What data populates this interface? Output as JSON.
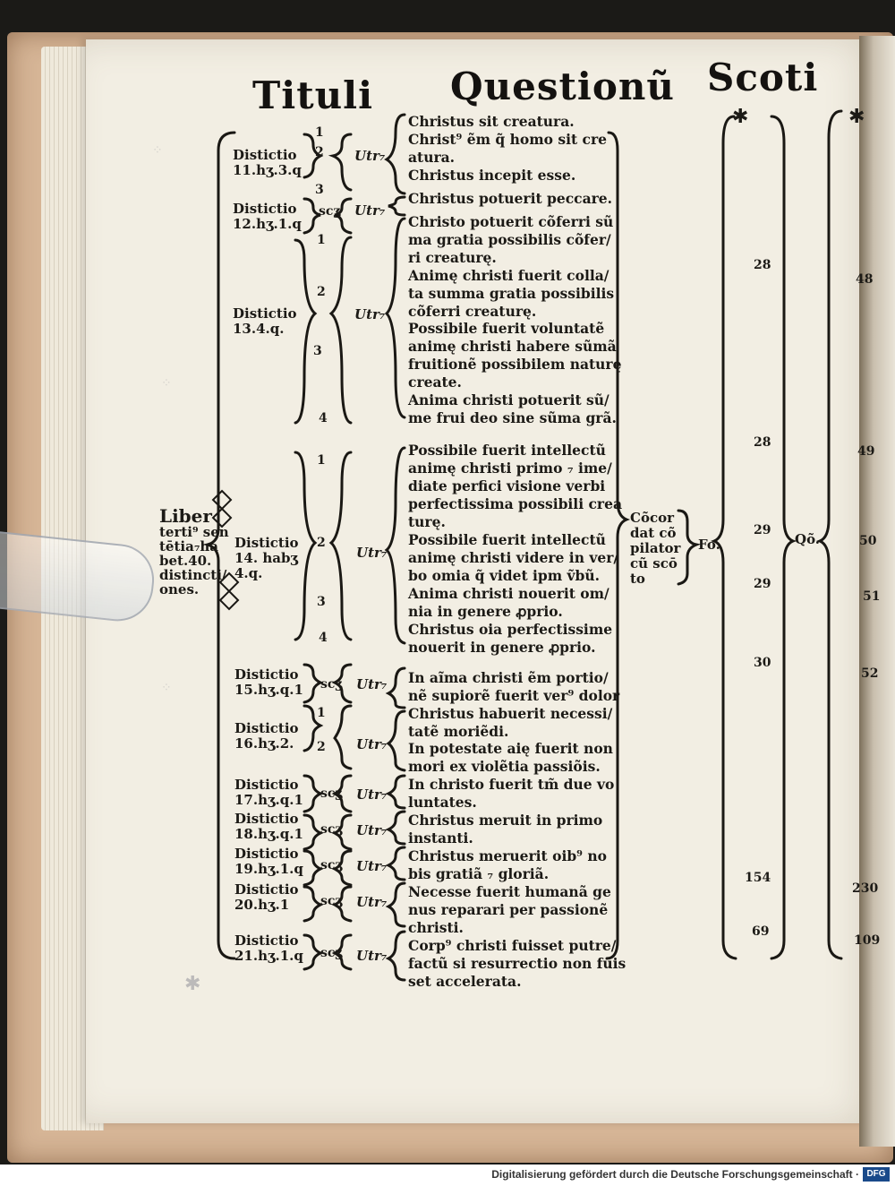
{
  "header": {
    "left_word": "Tituli",
    "center_word": "Questionũ",
    "right_word": "Scoti"
  },
  "left_margin": {
    "lines": [
      "Liber",
      "terti⁹ sen",
      "tētia₇ha",
      "bet.40.",
      "distincti/",
      "ones."
    ]
  },
  "distinctions": [
    {
      "label": [
        "Distictio",
        "11.hʒ.3.q"
      ],
      "nums": [
        "1",
        "2",
        "3"
      ],
      "word": "Utr₇"
    },
    {
      "label": [
        "Distictio",
        "12.hʒ.1.q"
      ],
      "nums": [
        "scʒ"
      ],
      "word": "Utr₇"
    },
    {
      "label": [
        "Distictio",
        "13.4.q."
      ],
      "nums": [
        "1",
        "2",
        "3",
        "4"
      ],
      "word": "Utr₇"
    },
    {
      "label": [
        "Distictio",
        "14. habʒ",
        "4.q."
      ],
      "nums": [
        "1",
        "2",
        "3",
        "4"
      ],
      "word": "Utr₇"
    },
    {
      "label": [
        "Distictio",
        "15.hʒ.q.1"
      ],
      "nums": [
        "scʒ"
      ],
      "word": "Utr₇"
    },
    {
      "label": [
        "Distictio",
        "16.hʒ.2."
      ],
      "nums": [
        "1",
        "2"
      ],
      "word": "Utr₇"
    },
    {
      "label": [
        "Distictio",
        "17.hʒ.q.1"
      ],
      "nums": [
        "scʒ"
      ],
      "word": "Utr₇"
    },
    {
      "label": [
        "Distictio",
        "18.hʒ.q.1"
      ],
      "nums": [
        "scʒ"
      ],
      "word": "Utr₇"
    },
    {
      "label": [
        "Distictio",
        "19.hʒ.1.q"
      ],
      "nums": [
        "scʒ"
      ],
      "word": "Utr₇"
    },
    {
      "label": [
        "Distictio",
        "20.hʒ.1"
      ],
      "nums": [
        "scʒ"
      ],
      "word": "Utr₇"
    },
    {
      "label": [
        "Distictio",
        "21.hʒ.1.q"
      ],
      "nums": [
        "scʒ"
      ],
      "word": "Utr₇"
    }
  ],
  "main_text": [
    "Christus sit creatura.",
    "Christ⁹ ẽm q̃ homo sit cre",
    "atura.",
    "Christus incepit esse.",
    "Christus potuerit peccare.",
    "Christo potuerit cõferri sũ",
    "ma gratia possibilis cõfer/",
    "ri creaturę.",
    "Animę christi fuerit colla/",
    "ta summa gratia possibilis",
    "cõferri creaturę.",
    "Possibile fuerit voluntatẽ",
    "animę christi habere sũmã",
    "fruitionẽ possibilem naturę",
    "create.",
    "Anima christi potuerit sũ/",
    "me frui deo sine sũma grã.",
    "Possibile fuerit intellectũ",
    "animę christi primo ₇ ime/",
    "diate perfici visione verbi",
    "perfectissima possibili crea",
    "turę.",
    "Possibile fuerit intellectũ",
    "animę christi videre in ver/",
    "bo omia q̃ videt ipm ṽbũ.",
    "Anima christi nouerit om/",
    "nia in genere ꝓprio.",
    "Christus oia perfectissime",
    "nouerit in genere ꝓprio.",
    "In aĩma christi ẽm portio/",
    "nẽ supiorẽ fuerit ver⁹ dolor",
    "Christus habuerit necessi/",
    "tatẽ moriẽdi.",
    "In potestate aię fuerit non",
    "mori ex violẽtia passiõis.",
    "In christo fuerit tm̃ due vo",
    "luntates.",
    "Christus meruit in primo",
    "instanti.",
    "Christus meruerit oib⁹ no",
    "bis gratiã ₇ gloriã.",
    "Necesse fuerit humanã ge",
    "nus reparari per passionẽ",
    "christi.",
    "Corp⁹ christi fuisset putre/",
    "factũ si resurrectio non fuis",
    "set accelerata."
  ],
  "concordance": {
    "lines": [
      "Cõcor",
      "dat cõ",
      "pilator",
      "cũ scō",
      "to"
    ],
    "fo": "Fo.",
    "qo": "Qõ."
  },
  "folio_numbers": [
    "28",
    "28",
    "29",
    "29",
    "30",
    "154",
    "69"
  ],
  "question_numbers": [
    "48",
    "49",
    "50",
    "51",
    "52",
    "230",
    "109"
  ],
  "footer": {
    "text": "Digitalisierung gefördert durch die Deutsche Forschungsgemeinschaft ·",
    "logo": "DFG"
  }
}
